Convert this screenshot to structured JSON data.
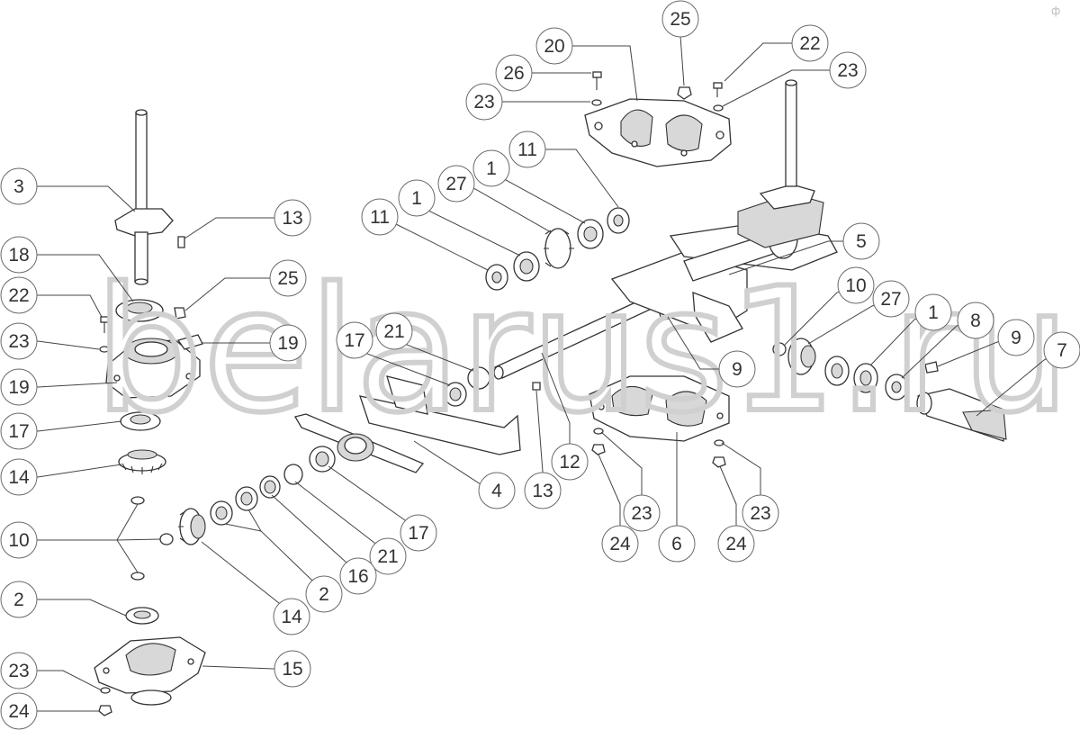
{
  "watermark": {
    "text": "belarus1.ru"
  },
  "corner_mark": "ф",
  "callouts": [
    {
      "id": "c-25-top",
      "label": "25"
    },
    {
      "id": "c-20",
      "label": "20"
    },
    {
      "id": "c-22-top",
      "label": "22"
    },
    {
      "id": "c-26",
      "label": "26"
    },
    {
      "id": "c-23-top-right",
      "label": "23"
    },
    {
      "id": "c-23-top-left",
      "label": "23"
    },
    {
      "id": "c-11-upper",
      "label": "11"
    },
    {
      "id": "c-1-upper",
      "label": "1"
    },
    {
      "id": "c-27-upper",
      "label": "27"
    },
    {
      "id": "c-3",
      "label": "3"
    },
    {
      "id": "c-13-left",
      "label": "13"
    },
    {
      "id": "c-11-left",
      "label": "11"
    },
    {
      "id": "c-1-left",
      "label": "1"
    },
    {
      "id": "c-5",
      "label": "5"
    },
    {
      "id": "c-18",
      "label": "18"
    },
    {
      "id": "c-25-left",
      "label": "25"
    },
    {
      "id": "c-10-right",
      "label": "10"
    },
    {
      "id": "c-27-right",
      "label": "27"
    },
    {
      "id": "c-22-left",
      "label": "22"
    },
    {
      "id": "c-1-right",
      "label": "1"
    },
    {
      "id": "c-8",
      "label": "8"
    },
    {
      "id": "c-23-left",
      "label": "23"
    },
    {
      "id": "c-19-upper",
      "label": "19"
    },
    {
      "id": "c-17-mid",
      "label": "17"
    },
    {
      "id": "c-21-mid",
      "label": "21"
    },
    {
      "id": "c-9-right",
      "label": "9"
    },
    {
      "id": "c-7",
      "label": "7"
    },
    {
      "id": "c-9-mid",
      "label": "9"
    },
    {
      "id": "c-19-lower",
      "label": "19"
    },
    {
      "id": "c-17-left",
      "label": "17"
    },
    {
      "id": "c-12",
      "label": "12"
    },
    {
      "id": "c-14-left",
      "label": "14"
    },
    {
      "id": "c-4",
      "label": "4"
    },
    {
      "id": "c-13-mid",
      "label": "13"
    },
    {
      "id": "c-23-mid",
      "label": "23"
    },
    {
      "id": "c-23-right",
      "label": "23"
    },
    {
      "id": "c-17-lower",
      "label": "17"
    },
    {
      "id": "c-10-left",
      "label": "10"
    },
    {
      "id": "c-24-mid",
      "label": "24"
    },
    {
      "id": "c-6",
      "label": "6"
    },
    {
      "id": "c-24-right",
      "label": "24"
    },
    {
      "id": "c-21-lower",
      "label": "21"
    },
    {
      "id": "c-16",
      "label": "16"
    },
    {
      "id": "c-2-mid",
      "label": "2"
    },
    {
      "id": "c-2-left",
      "label": "2"
    },
    {
      "id": "c-14-lower",
      "label": "14"
    },
    {
      "id": "c-15",
      "label": "15"
    },
    {
      "id": "c-23-bottom",
      "label": "23"
    },
    {
      "id": "c-24-bottom",
      "label": "24"
    }
  ]
}
